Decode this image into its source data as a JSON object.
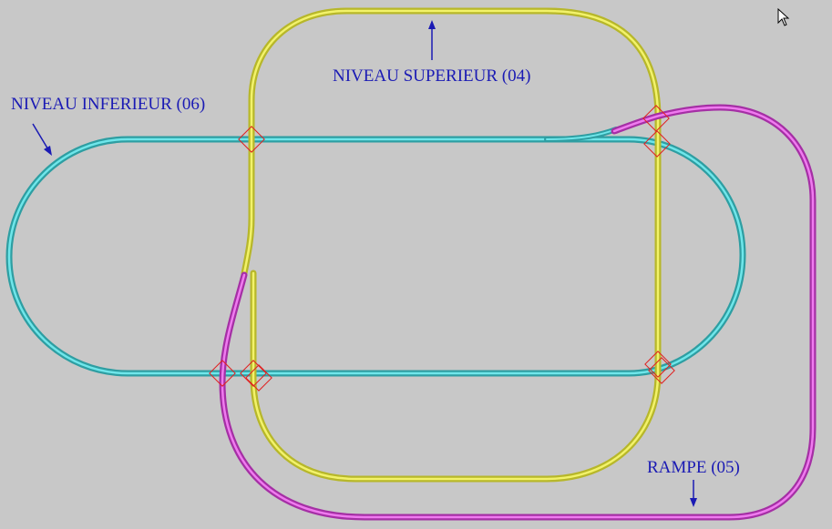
{
  "labels": {
    "lower": "NIVEAU INFERIEUR (06)",
    "upper": "NIVEAU SUPERIEUR (04)",
    "ramp": "RAMPE (05)"
  },
  "colors": {
    "background": "#c8c8c8",
    "lower_track": "#40c4c8",
    "upper_track": "#e6e640",
    "ramp_track": "#d040d0",
    "crossing": "#e02020",
    "annotation": "#1a1ab4"
  },
  "icons": {
    "pointer": "mouse-cursor-icon"
  }
}
